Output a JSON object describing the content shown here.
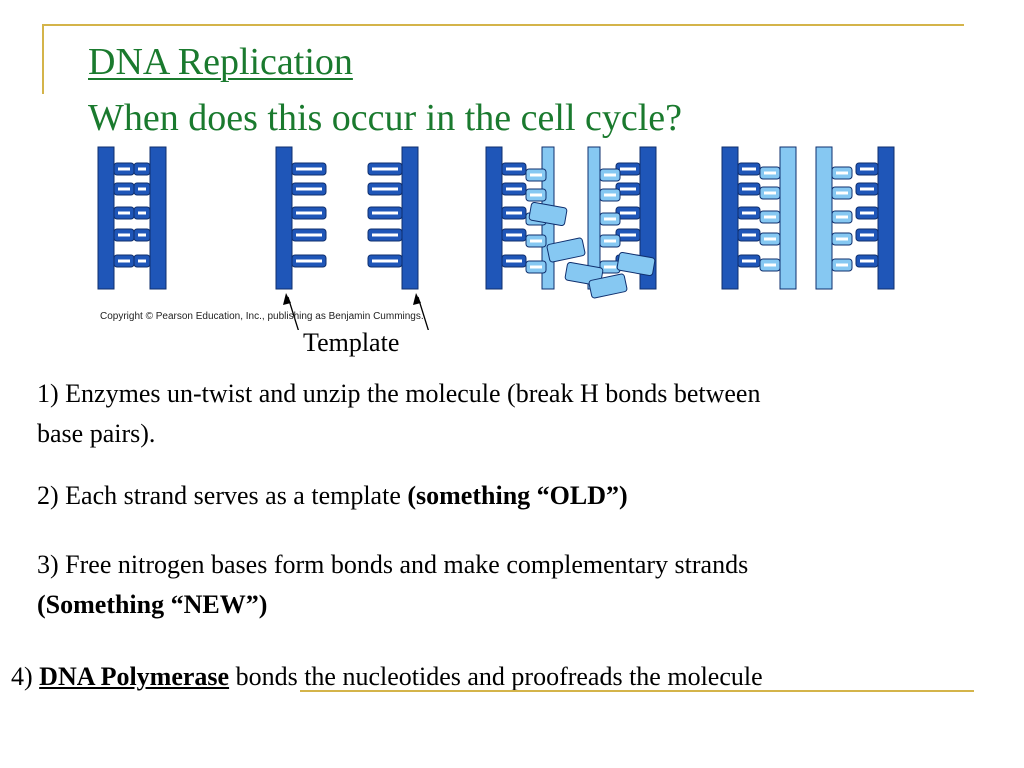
{
  "slide": {
    "title": "DNA Replication",
    "subtitle": "When does this occur in the cell cycle?",
    "figure": {
      "copyright": "Copyright © Pearson Education, Inc., publishing as Benjamin Cummings.",
      "template_label": "Template",
      "colors": {
        "old_strand": "#1f56b8",
        "new_strand": "#86c8f2",
        "outline": "#0f2f6e"
      }
    },
    "steps": [
      {
        "number": "1)",
        "text": "Enzymes un-twist and unzip the molecule (break H bonds between base pairs)."
      },
      {
        "number": "2)",
        "text": "Each strand serves as a template",
        "emphasis": "(something “OLD”)"
      },
      {
        "number": "3)",
        "text": "Free nitrogen bases form bonds and make complementary strands",
        "emphasis": "(Something “NEW”)"
      },
      {
        "number": "4)",
        "term": "DNA Polymerase",
        "text": "bonds the nucleotides and proofreads the molecule"
      }
    ],
    "colors": {
      "title": "#1a7a2e",
      "accent_line": "#d4b44a"
    }
  }
}
